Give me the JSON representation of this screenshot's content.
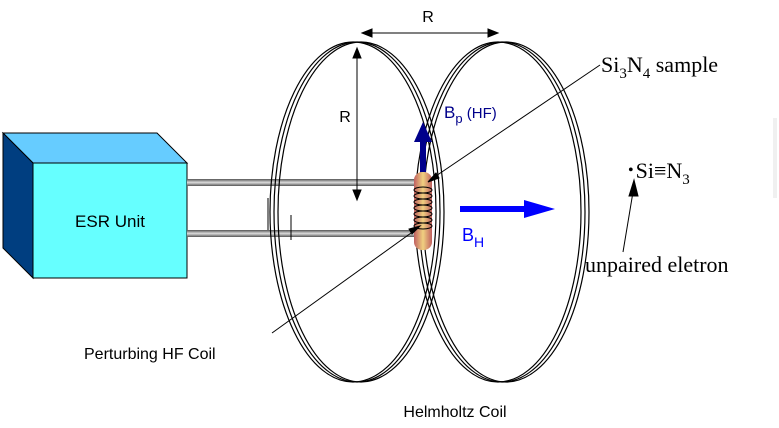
{
  "diagram": {
    "esr_unit_label": "ESR Unit",
    "spacing_label": "R",
    "radius_label": "R",
    "bp_label_main": "B",
    "bp_label_sub": "p",
    "bp_label_suffix": " (HF)",
    "bh_label_main": "B",
    "bh_label_sub": "H",
    "sample_label": {
      "si": "Si",
      "sub1": "3",
      "n": "N",
      "sub2": "4",
      "rest": " sample"
    },
    "defect_label": {
      "dot": "•",
      "si": "Si",
      "bond": "≡",
      "n": "N",
      "sub": "3"
    },
    "unpaired_label": "unpaired eletron",
    "hf_coil_label": "Perturbing HF Coil",
    "helmholtz_label": "Helmholtz Coil",
    "colors": {
      "box_front": "#66ffff",
      "box_top": "#66ccff",
      "box_side": "#003e80",
      "field_arrow": "#0000ff",
      "bp_arrow": "#00008b",
      "bp_text": "#00008b",
      "coil_rod": "#d08060"
    }
  }
}
